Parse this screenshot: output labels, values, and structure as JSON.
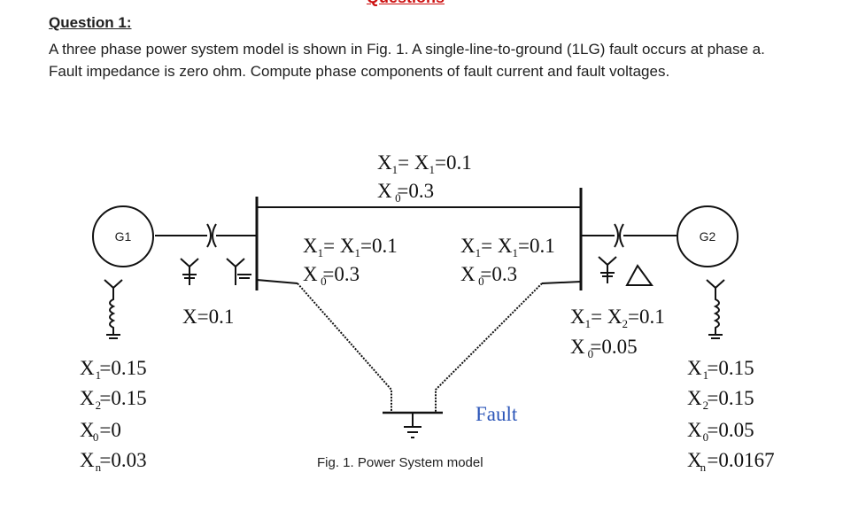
{
  "heading": "Questions",
  "question": {
    "title": "Question 1:",
    "body": "A three phase power system model is shown in Fig. 1. A single-line-to-ground (1LG) fault occurs at phase a. Fault impedance is zero ohm. Compute phase components of fault current and fault voltages."
  },
  "figure": {
    "caption": "Fig. 1. Power System model",
    "fault_label": "Fault",
    "gen1": {
      "name": "G1",
      "x1": "X =0.15",
      "x1_sub": "1",
      "x2": "X =0.15",
      "x2_sub": "2",
      "x0": "X =0",
      "x0_sub": "0",
      "xn": "X =0.03",
      "xn_sub": "n"
    },
    "gen2": {
      "name": "G2",
      "x1": "X =0.15",
      "x1_sub": "1",
      "x2": "X =0.15",
      "x2_sub": "2",
      "x0": "X =0.05",
      "x0_sub": "0",
      "xn": "X =0.0167",
      "xn_sub": "n"
    },
    "transformer1": {
      "x": "X=0.1"
    },
    "transformer2": {
      "x12_a": "X",
      "x12_a_sub": "1",
      "x12_b": "= X",
      "x12_b_sub": "2",
      "x12_c": "=0.1",
      "x0": "X =0.05",
      "x0_sub": "0"
    },
    "line_top": {
      "x12_a": "X",
      "x12_a_sub": "1",
      "x12_b": "= X",
      "x12_b_sub": "1",
      "x12_c": "=0.1",
      "x0": "X =0.3",
      "x0_sub": "0"
    },
    "line_left": {
      "x12_a": "X",
      "x12_a_sub": "1",
      "x12_b": "= X",
      "x12_b_sub": "1",
      "x12_c": "=0.1",
      "x0": "X =0.3",
      "x0_sub": "0"
    },
    "line_right": {
      "x12_a": "X",
      "x12_a_sub": "1",
      "x12_b": "= X",
      "x12_b_sub": "1",
      "x12_c": "=0.1",
      "x0": "X =0.3",
      "x0_sub": "0"
    }
  }
}
